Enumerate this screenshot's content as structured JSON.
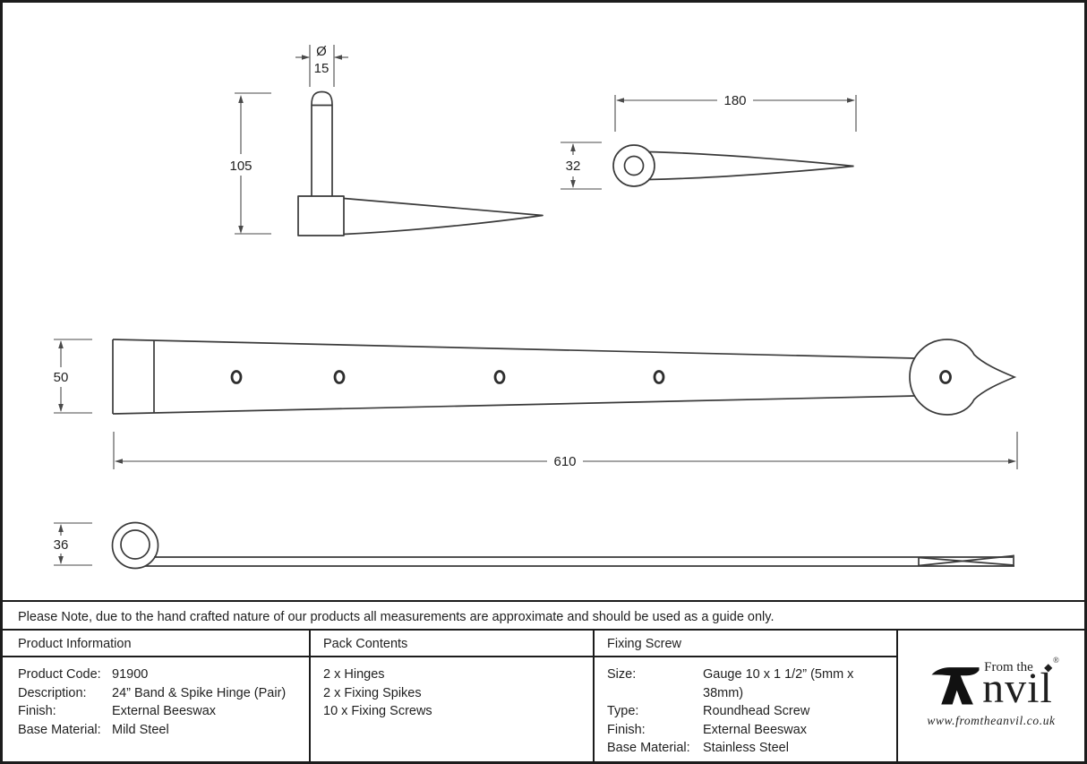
{
  "note": "Please Note, due to the hand crafted nature of our products all measurements are approximate and should be used as a guide only.",
  "dims": {
    "diameter_symbol": "Ø",
    "pin_diameter": "15",
    "pin_height": "105",
    "spike_length": "180",
    "spike_ring_height": "32",
    "band_width": "50",
    "band_length": "610",
    "knuckle_height": "36"
  },
  "table": {
    "headers": {
      "product_information": "Product Information",
      "pack_contents": "Pack Contents",
      "fixing_screw": "Fixing Screw"
    },
    "product_information": {
      "rows": [
        {
          "label": "Product Code:",
          "value": "91900"
        },
        {
          "label": "Description:",
          "value": "24” Band & Spike Hinge (Pair)"
        },
        {
          "label": "Finish:",
          "value": "External Beeswax"
        },
        {
          "label": "Base Material:",
          "value": "Mild Steel"
        }
      ]
    },
    "pack_contents": {
      "rows": [
        "2 x Hinges",
        "2 x Fixing Spikes",
        "10 x Fixing Screws"
      ]
    },
    "fixing_screw": {
      "rows": [
        {
          "label": "Size:",
          "value": "Gauge 10 x 1 1/2” (5mm x 38mm)"
        },
        {
          "label": "Type:",
          "value": "Roundhead Screw"
        },
        {
          "label": "Finish:",
          "value": "External Beeswax"
        },
        {
          "label": "Base Material:",
          "value": "Stainless Steel"
        }
      ]
    }
  },
  "logo": {
    "from_the": "From the",
    "brand_rest": "nvil",
    "diamond": "◆",
    "registered": "®",
    "url": "www.fromtheanvil.co.uk"
  },
  "colors": {
    "line": "#3a3a3a",
    "dim_line": "#4a4a4a",
    "border": "#1c1c1c",
    "background": "#ffffff"
  }
}
